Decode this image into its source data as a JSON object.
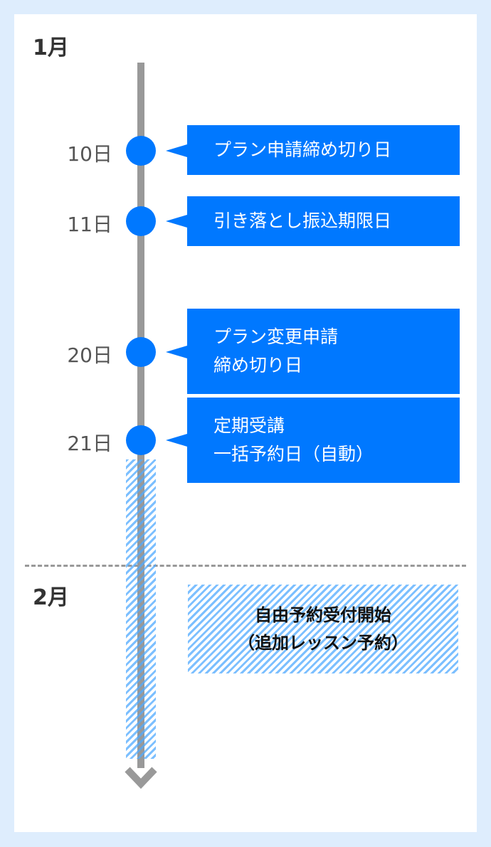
{
  "months": [
    "1月",
    "2月"
  ],
  "events": [
    {
      "day": "10日",
      "lines": [
        "プラン申請締め切り日"
      ]
    },
    {
      "day": "11日",
      "lines": [
        "引き落とし振込期限日"
      ]
    },
    {
      "day": "20日",
      "lines": [
        "プラン変更申請",
        "締め切り日"
      ]
    },
    {
      "day": "21日",
      "lines": [
        "定期受講",
        "一括予約日（自動）"
      ]
    }
  ],
  "feb_box": [
    "自由予約受付開始",
    "（追加レッスン予約）"
  ],
  "colors": {
    "accent": "#0078ff",
    "line": "#999999",
    "background": "#deedfd"
  }
}
